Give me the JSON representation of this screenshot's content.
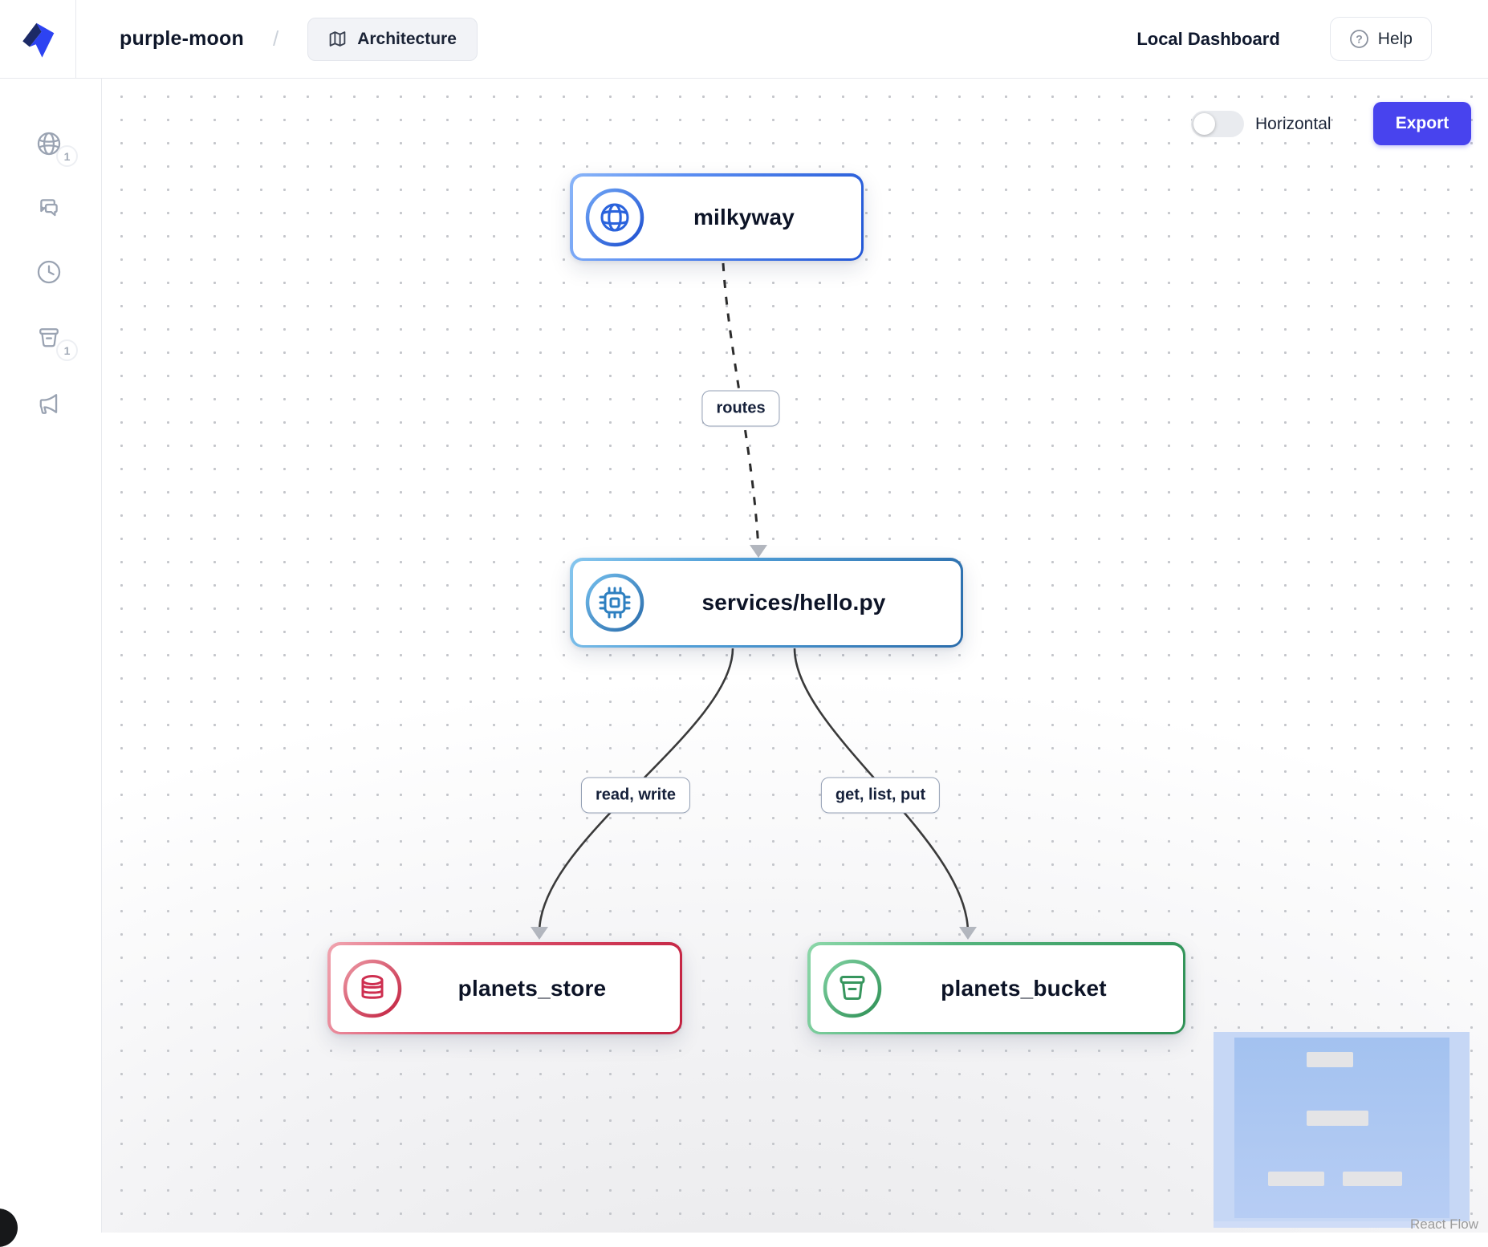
{
  "header": {
    "project_name": "purple-moon",
    "breadcrumb_separator": "/",
    "architecture_tab_label": "Architecture",
    "local_dashboard_label": "Local Dashboard",
    "help_label": "Help",
    "help_icon_glyph": "?"
  },
  "sidebar": {
    "items": [
      {
        "icon": "globe-icon",
        "badge": "1"
      },
      {
        "icon": "chat-icon",
        "badge": ""
      },
      {
        "icon": "clock-icon",
        "badge": ""
      },
      {
        "icon": "bucket-icon",
        "badge": "1"
      },
      {
        "icon": "megaphone-icon",
        "badge": ""
      }
    ]
  },
  "canvas_controls": {
    "orientation_label": "Horizontal",
    "orientation_toggle_state": "off",
    "export_label": "Export"
  },
  "diagram": {
    "nodes": [
      {
        "id": "milkyway",
        "label": "milkyway",
        "icon": "globe-icon",
        "accent": "#2e6ade"
      },
      {
        "id": "services-hello",
        "label": "services/hello.py",
        "icon": "cpu-icon",
        "accent": "#2f84c2"
      },
      {
        "id": "planets-store",
        "label": "planets_store",
        "icon": "database-icon",
        "accent": "#ce2f50"
      },
      {
        "id": "planets-bucket",
        "label": "planets_bucket",
        "icon": "bucket-icon",
        "accent": "#37965e"
      }
    ],
    "edges": [
      {
        "source": "milkyway",
        "target": "services-hello",
        "label": "routes",
        "style": "dashed"
      },
      {
        "source": "services-hello",
        "target": "planets-store",
        "label": "read, write",
        "style": "solid"
      },
      {
        "source": "services-hello",
        "target": "planets-bucket",
        "label": "get, list, put",
        "style": "solid"
      }
    ]
  },
  "minimap_attribution": "React Flow",
  "colors": {
    "export_button": "#4843ee",
    "node_text": "#0c1326",
    "edge_line": "#3a3a3a",
    "arrowhead": "#b3b7bf",
    "minimap_blue": "#a9c6f2"
  }
}
